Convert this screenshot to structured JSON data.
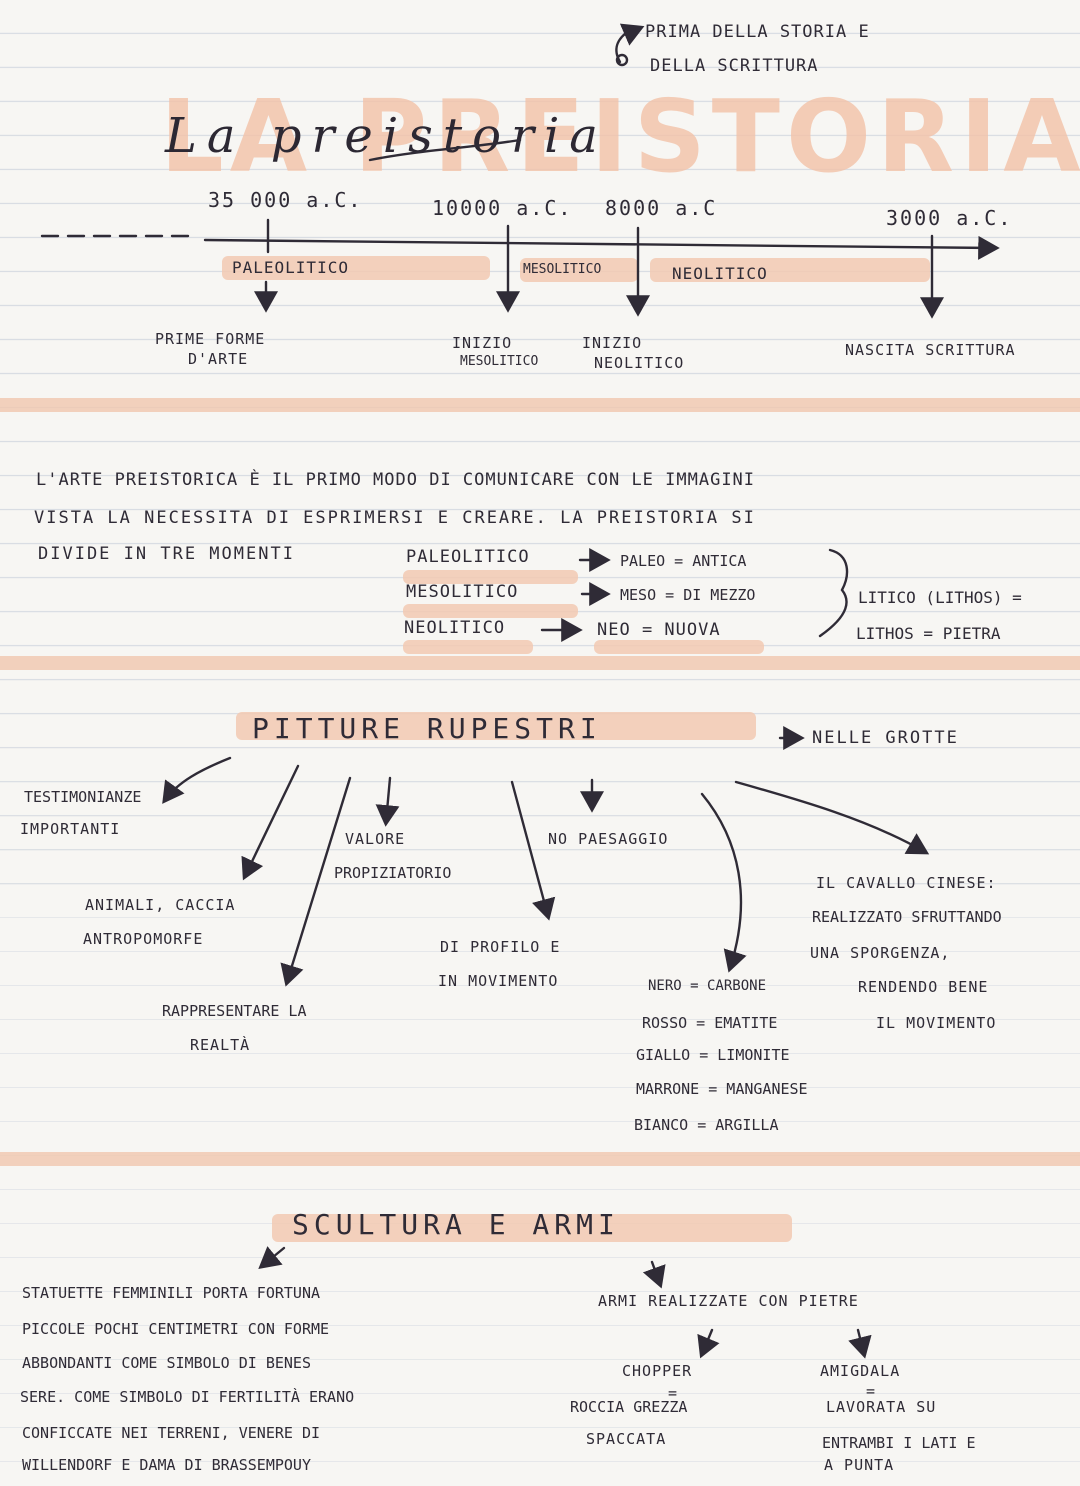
{
  "title": {
    "watermark": "LA PREISTORIA",
    "handwritten": "La preistoria",
    "note_line1": "PRIMA DELLA STORIA E",
    "note_line2": "DELLA SCRITTURA"
  },
  "timeline": {
    "dates": [
      "35 000 a.C.",
      "10000 a.C.",
      "8000 a.C",
      "3000 a.C."
    ],
    "periods": [
      "PALEOLITICO",
      "MESOLITICO",
      "NEOLITICO"
    ],
    "events": [
      {
        "line1": "PRIME FORME",
        "line2": "D'ARTE"
      },
      {
        "line1": "INIZIO",
        "line2": "MESOLITICO"
      },
      {
        "line1": "INIZIO",
        "line2": "NEOLITICO"
      },
      {
        "line1": "NASCITA SCRITTURA",
        "line2": ""
      }
    ]
  },
  "intro": {
    "line1": "L'ARTE PREISTORICA È IL PRIMO MODO DI COMUNICARE CON LE IMMAGINI",
    "line2": "VISTA LA NECESSITA DI ESPRIMERSI E CREARE. LA PREISTORIA SI",
    "line3": "DIVIDE IN TRE MOMENTI",
    "terms": [
      {
        "term": "PALEOLITICO",
        "meaning": "PALEO = ANTICA"
      },
      {
        "term": "MESOLITICO",
        "meaning": "MESO = DI MEZZO"
      },
      {
        "term": "NEOLITICO",
        "meaning": "NEO = NUOVA"
      }
    ],
    "litico_line1": "LITICO (LITHOS) =",
    "litico_line2": "LITHOS = PIETRA"
  },
  "pitture": {
    "heading": "PITTURE RUPESTRI",
    "location": "NELLE GROTTE",
    "items": {
      "testimonianze_1": "TESTIMONIANZE",
      "testimonianze_2": "IMPORTANTI",
      "animali_1": "ANIMALI, CACCIA",
      "animali_2": "ANTROPOMORFE",
      "realta_1": "RAPPRESENTARE LA",
      "realta_2": "REALTÀ",
      "valore_1": "VALORE",
      "valore_2": "PROPIZIATORIO",
      "profilo_1": "DI PROFILO E",
      "profilo_2": "IN MOVIMENTO",
      "paesaggio": "NO PAESAGGIO",
      "colori": [
        "NERO = CARBONE",
        "ROSSO = EMATITE",
        "GIALLO = LIMONITE",
        "MARRONE = MANGANESE",
        "BIANCO = ARGILLA"
      ],
      "cavallo_1": "IL CAVALLO CINESE:",
      "cavallo_2": "REALIZZATO SFRUTTANDO",
      "cavallo_3": "UNA SPORGENZA,",
      "cavallo_4": "RENDENDO BENE",
      "cavallo_5": "IL MOVIMENTO"
    }
  },
  "scultura": {
    "heading": "SCULTURA E ARMI",
    "statuette": [
      "STATUETTE FEMMINILI PORTA FORTUNA",
      "PICCOLE POCHI CENTIMETRI CON FORME",
      "ABBONDANTI COME SIMBOLO DI BENES",
      "SERE. COME SIMBOLO DI FERTILITÀ ERANO",
      "CONFICCATE NEI TERRENI, VENERE DI",
      "WILLENDORF E DAMA DI BRASSEMPOUY"
    ],
    "armi": "ARMI REALIZZATE CON PIETRE",
    "chopper_1": "CHOPPER",
    "chopper_eq": "=",
    "chopper_2": "ROCCIA GREZZA",
    "chopper_3": "SPACCATA",
    "amigdala_1": "AMIGDALA",
    "amigdala_eq": "=",
    "amigdala_2": "LAVORATA SU",
    "amigdala_3": "ENTRAMBI I LATI E",
    "amigdala_4": "A PUNTA"
  },
  "colors": {
    "highlight": "#f2c9b2",
    "ink": "#2f2b36",
    "paper": "#f7f6f3"
  }
}
